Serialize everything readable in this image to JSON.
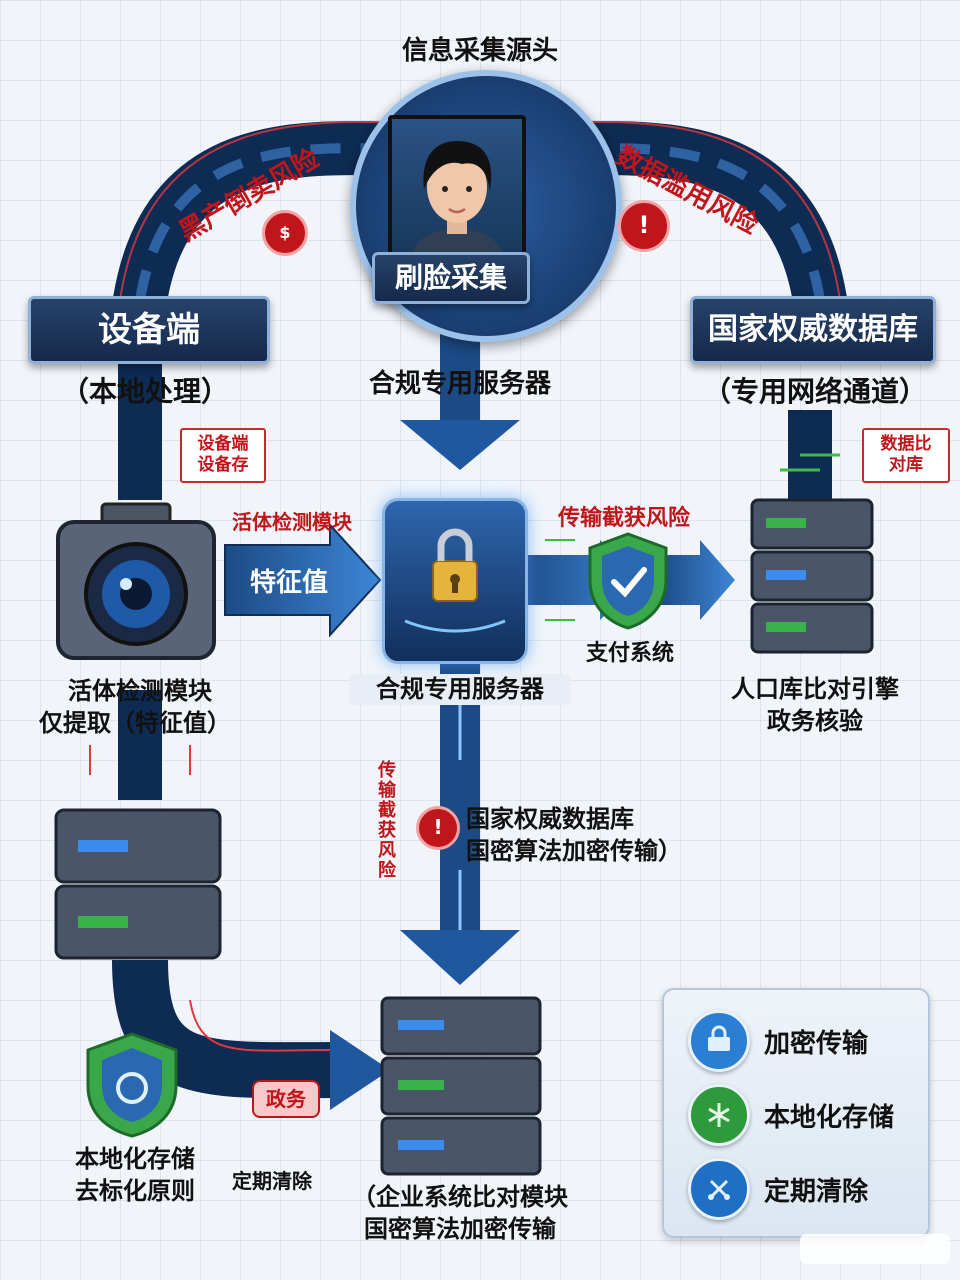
{
  "source_title": "信息采集源头",
  "face_capture": "刷脸采集",
  "device_side": {
    "title": "设备端",
    "subtitle": "（本地处理）",
    "badge": "设备端\n设备存"
  },
  "national_db": {
    "title": "国家权威数据库",
    "subtitle": "（专用网络通道）",
    "badge": "数据比\n对库"
  },
  "top_server_label": "合规专用服务器",
  "risks": {
    "black_market": "黑产倒卖风险",
    "data_abuse": "数据滥用风险",
    "transmission": "传输截获风险",
    "vertical": "传输截获风险"
  },
  "liveness_label": "活体检测模块",
  "feature_arrow": "特征值",
  "payment": "支付系统",
  "center_server_label": "合规专用服务器",
  "population_engine": [
    "人口库比对引擎",
    "政务核验"
  ],
  "camera_caption": [
    "活体检测模块",
    "仅提取（特征值）"
  ],
  "middle_caption": [
    "国家权威数据库",
    "国密算法加密传输）"
  ],
  "gov_tag": "政务",
  "local_storage": [
    "本地化存储",
    "去标化原则"
  ],
  "periodic_clear": "定期清除",
  "enterprise": [
    "（企业系统比对模块",
    "国密算法加密传输"
  ],
  "legend": [
    {
      "label": "加密传输",
      "icon": "encryption-icon",
      "color": "#2a7fd4"
    },
    {
      "label": "本地化存储",
      "icon": "storage-icon",
      "color": "#2e9a3c"
    },
    {
      "label": "定期清除",
      "icon": "clear-icon",
      "color": "#1f6fc6"
    }
  ],
  "colors": {
    "navy": "#1b3358",
    "flow_blue": "#2d6fb8",
    "risk_red": "#c0161b",
    "shield_green": "#3aa84a"
  }
}
